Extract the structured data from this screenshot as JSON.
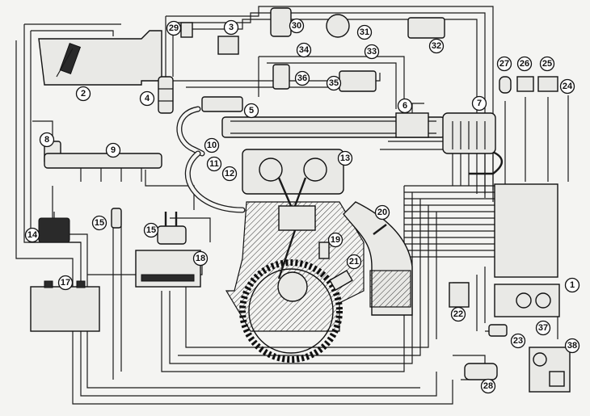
{
  "labels": [
    "1",
    "2",
    "3",
    "4",
    "5",
    "6",
    "7",
    "8",
    "9",
    "10",
    "11",
    "12",
    "13",
    "14",
    "15",
    "15",
    "17",
    "18",
    "19",
    "20",
    "21",
    "22",
    "23",
    "24",
    "25",
    "26",
    "27",
    "28",
    "29",
    "30",
    "31",
    "32",
    "33",
    "34",
    "35",
    "36",
    "37",
    "38"
  ]
}
